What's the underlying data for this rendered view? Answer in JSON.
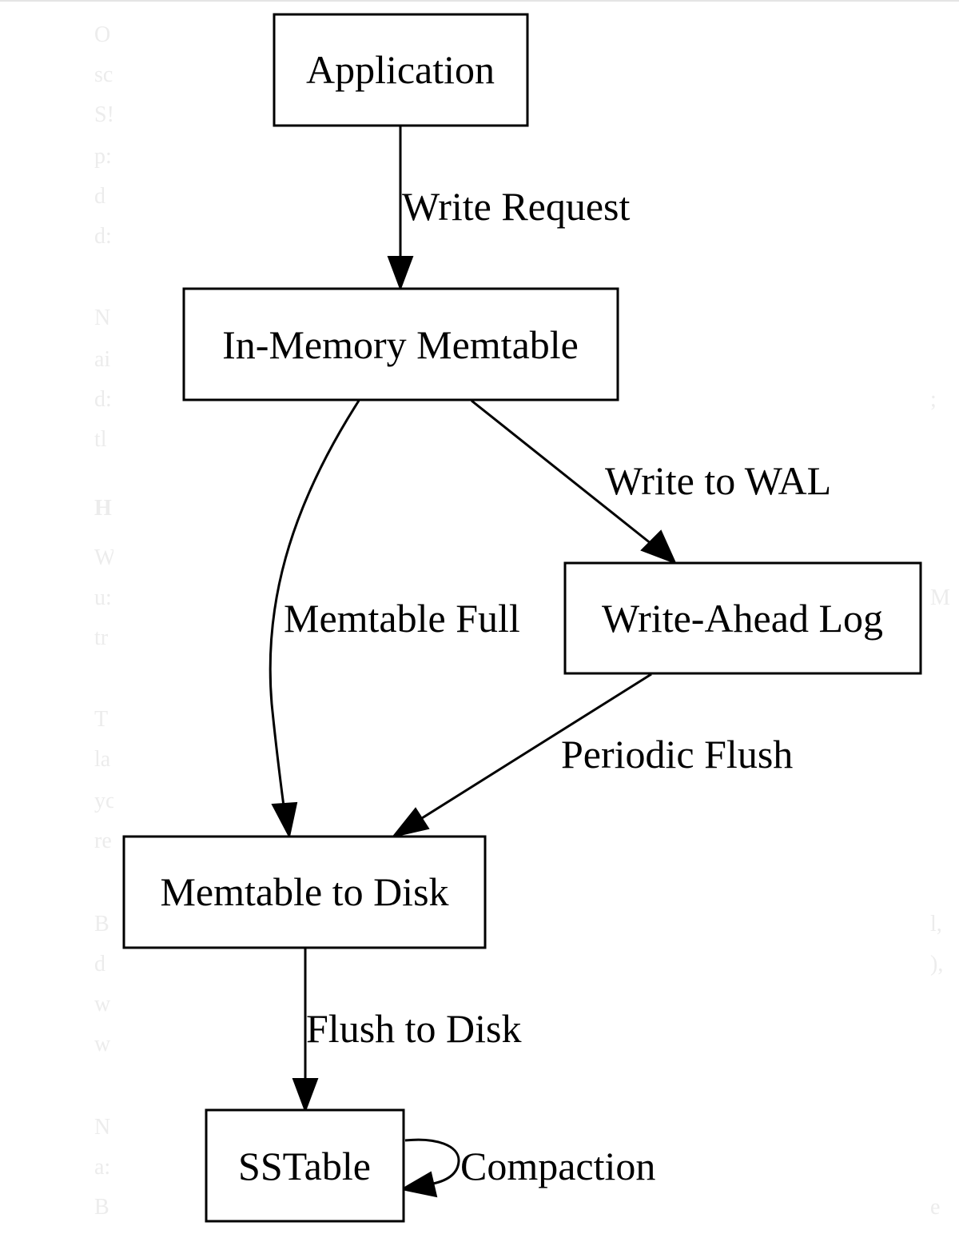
{
  "background_text": {
    "left": [
      "O",
      "sc",
      "S!",
      "p:",
      "d",
      "d:",
      "N",
      "ai",
      "d:",
      "tl",
      "H",
      "W",
      "u:",
      "tr",
      "T",
      "la",
      "yc",
      "re",
      "B",
      "d",
      "w",
      "w",
      "N",
      "a:",
      "B"
    ],
    "right": [
      ";",
      "M",
      "l,",
      "),",
      "e"
    ]
  },
  "nodes": {
    "application": "Application",
    "memtable": "In-Memory Memtable",
    "wal": "Write-Ahead Log",
    "memtable_to_disk": "Memtable to Disk",
    "sstable": "SSTable"
  },
  "edges": {
    "write_request": "Write Request",
    "write_to_wal": "Write to WAL",
    "memtable_full": "Memtable Full",
    "periodic_flush": "Periodic Flush",
    "flush_to_disk": "Flush to Disk",
    "compaction": "Compaction"
  }
}
